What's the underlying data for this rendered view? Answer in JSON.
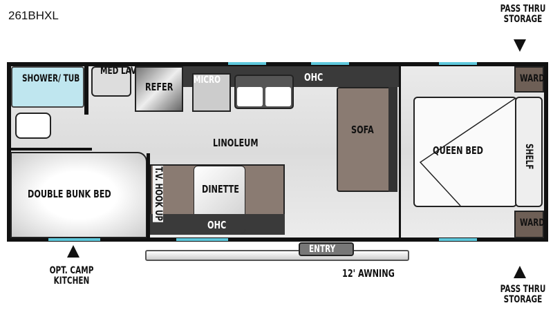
{
  "model": "261BHXL",
  "labels": {
    "shower": "SHOWER/ TUB",
    "med_lav": "MED LAV",
    "refer": "REFER",
    "micro": "MICRO",
    "ohc_top": "OHC",
    "linoleum": "LINOLEUM",
    "sofa": "SOFA",
    "queen_bed": "QUEEN BED",
    "shelf": "SHELF",
    "ward_top": "WARD",
    "ward_bottom": "WARD",
    "double_bunk": "DOUBLE BUNK BED",
    "tv_hookup": "T.V. HOOK UP",
    "dinette": "DINETTE",
    "ohc_bottom": "OHC",
    "entry": "ENTRY",
    "awning": "12' AWNING",
    "camp_kitchen": "OPT. CAMP KITCHEN",
    "pass_thru_top": "PASS THRU STORAGE",
    "pass_thru_bottom": "PASS THRU STORAGE"
  },
  "colors": {
    "window": "#5ec8dc",
    "seat": "#8a7b72",
    "wall": "#111111"
  }
}
